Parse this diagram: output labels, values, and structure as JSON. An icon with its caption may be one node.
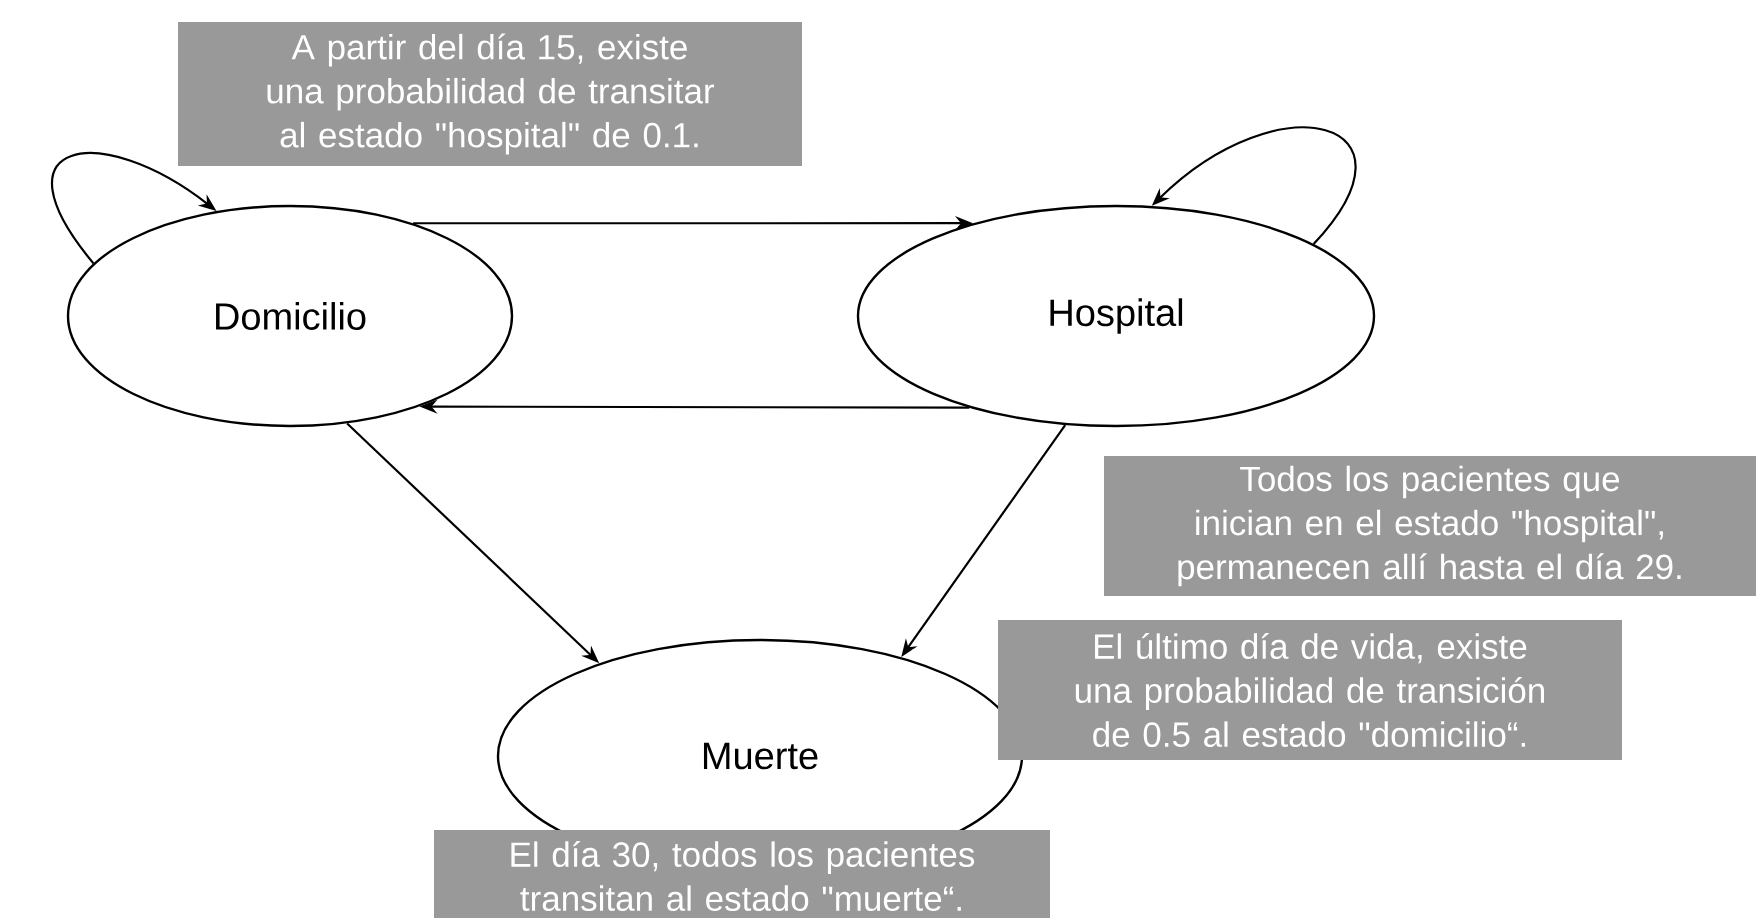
{
  "diagram": {
    "nodes": [
      {
        "text": [
          "Domicilio"
        ]
      },
      {
        "text": [
          "Hospital"
        ]
      },
      {
        "text": [
          "Muerte"
        ]
      },
      {
        "text": [
          "A partir del día 15, existe una probabilidad de transitar al estado \"hospital\" de 0.1."
        ]
      },
      {
        "text": [
          "Todos los pacientes que inician en el estado \"hospital\", permanecen allí hasta el día 29."
        ]
      },
      {
        "text": [
          "El último día de vida, existe una probabilidad de transición de 0.5 al estado \"domicilio“."
        ]
      },
      {
        "text": [
          "El día 30, todos los pacientes transitan al estado \"muerte“."
        ]
      }
    ],
    "edges": [
      {
        "from": 0,
        "to": 0,
        "arrow": "to"
      },
      {
        "from": 1,
        "to": 1,
        "arrow": "to"
      },
      {
        "from": 0,
        "to": 1,
        "arrow": "to"
      },
      {
        "from": 1,
        "to": 0,
        "arrow": "to"
      },
      {
        "from": 0,
        "to": 2,
        "arrow": "to"
      },
      {
        "from": 1,
        "to": 2,
        "arrow": "to"
      }
    ]
  }
}
